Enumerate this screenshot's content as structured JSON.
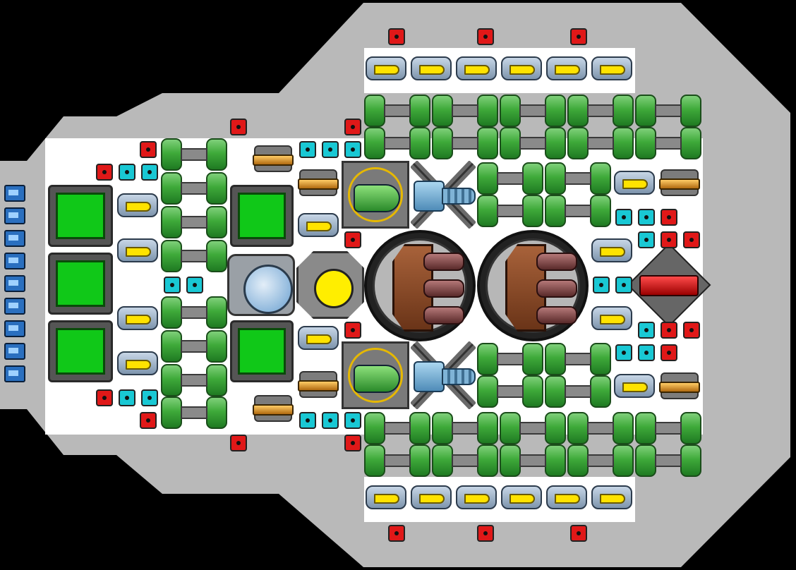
{
  "scene": {
    "title": "",
    "kind": "top-down spaceship blueprint",
    "colors": {
      "background": "#000000",
      "hull": "#b9b9b9",
      "deck": "#ffffff",
      "fuel_tank": "#3faa3a",
      "green_panel": "#10c818",
      "thruster_flame": "#ffe300",
      "red_node": "#e01818",
      "cyan_node": "#19c8d4",
      "reactor_core": "#ffee00"
    }
  },
  "modules": {
    "fuel_tanks": {
      "icon": "fuel-tank-icon",
      "count": 36
    },
    "thrusters": {
      "icon": "thruster-icon",
      "count": 22
    },
    "turrets": {
      "icon": "turret-icon",
      "count": 8
    },
    "reactors": {
      "icon": "reactor-icon",
      "count": 2
    },
    "cockpits": {
      "icon": "cockpit-icon",
      "count": 2
    },
    "drills": {
      "icon": "drill-icon",
      "count": 2
    },
    "power_panels": {
      "icon": "solar-panel-icon",
      "count": 5
    },
    "core": {
      "icon": "core-icon",
      "count": 1
    },
    "sensor_dome": {
      "icon": "dome-icon",
      "count": 1
    },
    "heavy_cannon": {
      "icon": "heavy-cannon-icon",
      "count": 1
    },
    "batteries": {
      "icon": "battery-icon",
      "count": 9
    },
    "red_nodes": {
      "icon": "red-node-icon"
    },
    "cyan_nodes": {
      "icon": "cyan-node-icon"
    }
  }
}
